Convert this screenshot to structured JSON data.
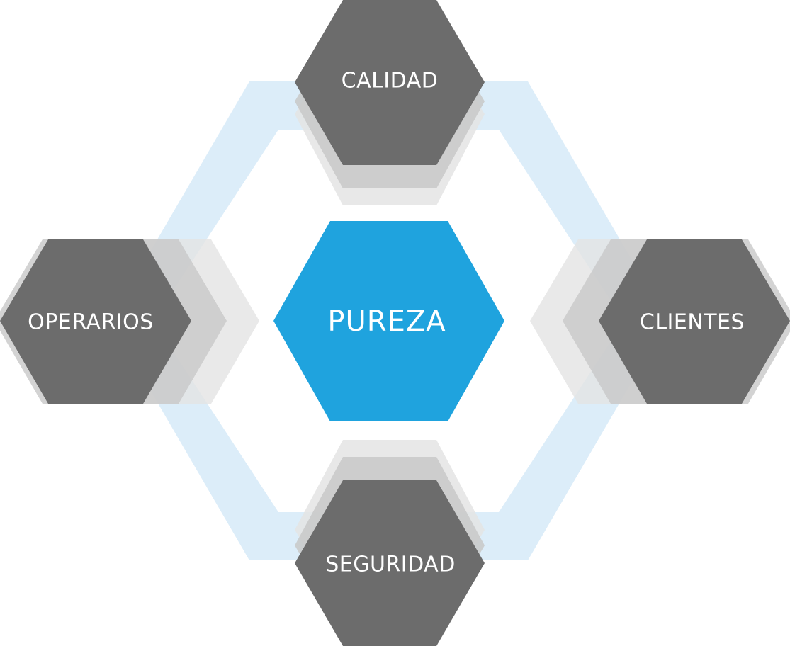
{
  "diagram": {
    "center": {
      "label": "PUREZA"
    },
    "nodes": {
      "top": {
        "label": "CALIDAD"
      },
      "left": {
        "label": "OPERARIOS"
      },
      "right": {
        "label": "CLIENTES"
      },
      "bottom": {
        "label": "SEGURIDAD"
      }
    }
  },
  "colors": {
    "center_hex": "#1fa3de",
    "outer_hex": "#6c6c6c",
    "ring": "#dcedf9",
    "shadow_light": "#e4e4e4",
    "shadow_mid": "#c8c8c8",
    "text": "#ffffff"
  }
}
